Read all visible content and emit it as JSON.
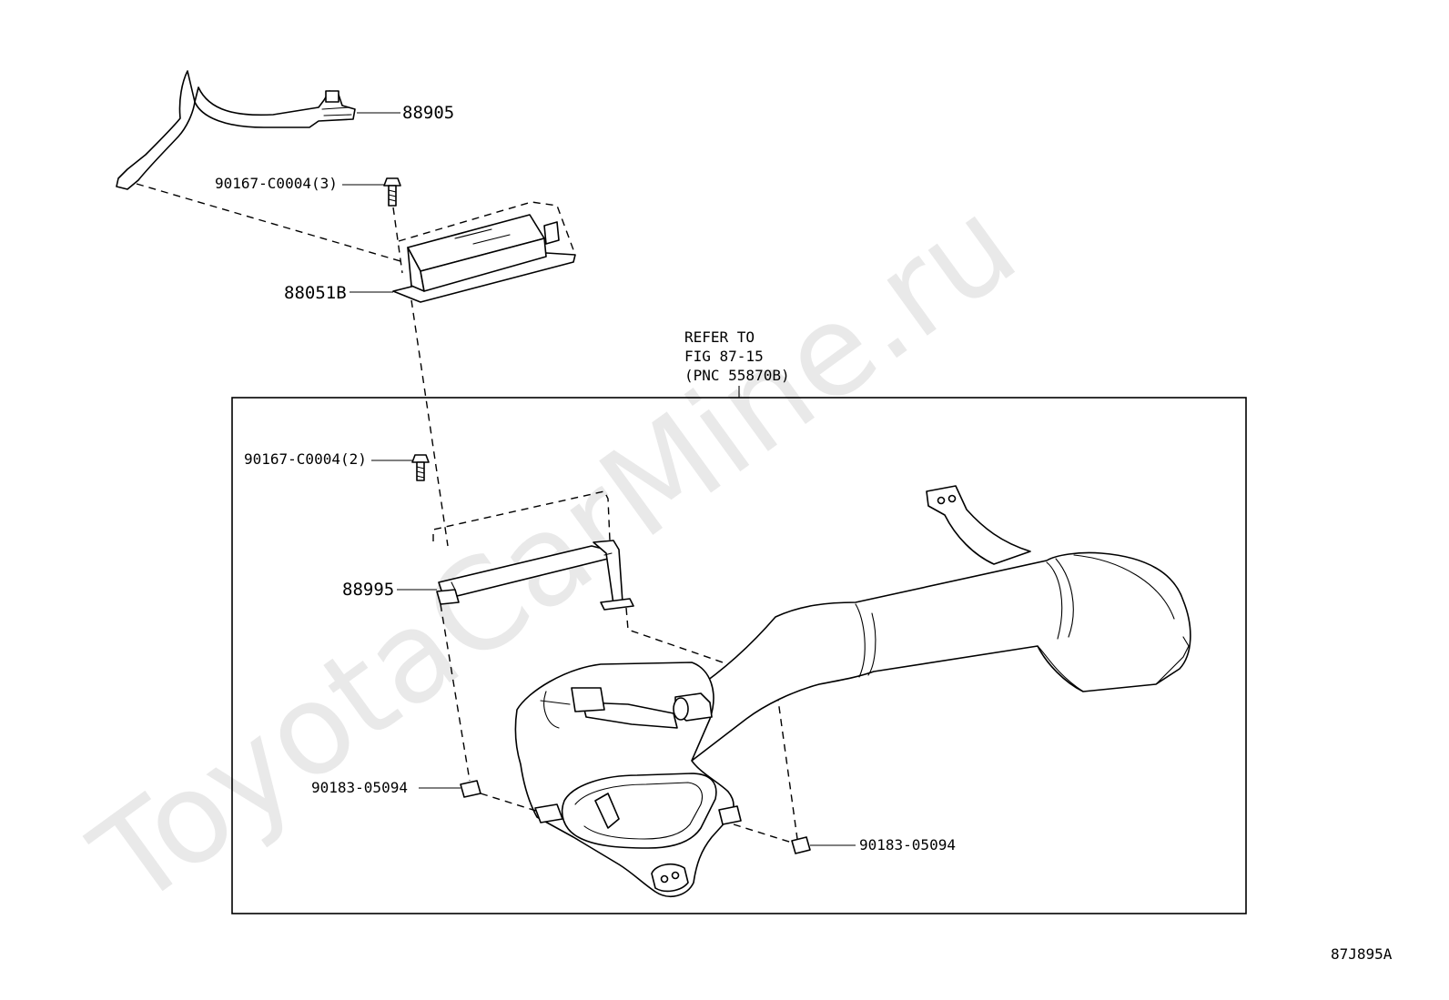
{
  "watermark": "ToyotaCarMine.ru",
  "parts": [
    {
      "id": "harness",
      "label": "88905"
    },
    {
      "id": "screw-top",
      "label": "90167-C0004(3)"
    },
    {
      "id": "amplifier",
      "label": "88051B"
    },
    {
      "id": "screw-mid",
      "label": "90167-C0004(2)"
    },
    {
      "id": "bracket",
      "label": "88995"
    },
    {
      "id": "nut-left",
      "label": "90183-05094"
    },
    {
      "id": "nut-right",
      "label": "90183-05094"
    }
  ],
  "reference_note": {
    "line1": "REFER TO",
    "line2": "FIG 87-15",
    "line3": "(PNC 55870B)"
  },
  "figure_code": "87J895A"
}
